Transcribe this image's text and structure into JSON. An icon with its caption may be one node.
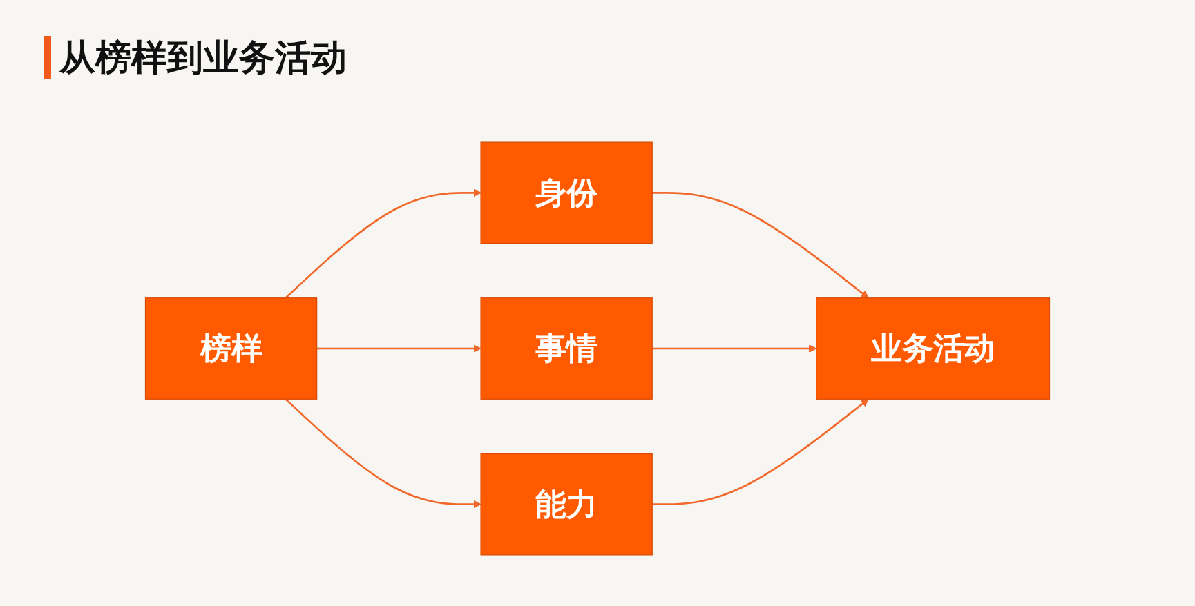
{
  "diagram": {
    "title": "从榜样到业务活动",
    "nodes": [
      {
        "text": [
          "榜样"
        ]
      },
      {
        "text": [
          "身份"
        ]
      },
      {
        "text": [
          "事情"
        ]
      },
      {
        "text": [
          "能力"
        ]
      },
      {
        "text": [
          "业务活动"
        ]
      }
    ],
    "edges": [
      {
        "from": 0,
        "to": 1,
        "arrow": "to"
      },
      {
        "from": 0,
        "to": 2,
        "arrow": "to"
      },
      {
        "from": 0,
        "to": 3,
        "arrow": "to"
      },
      {
        "from": 1,
        "to": 4,
        "arrow": "to"
      },
      {
        "from": 2,
        "to": 4,
        "arrow": "to"
      },
      {
        "from": 3,
        "to": 4,
        "arrow": "to"
      }
    ]
  }
}
